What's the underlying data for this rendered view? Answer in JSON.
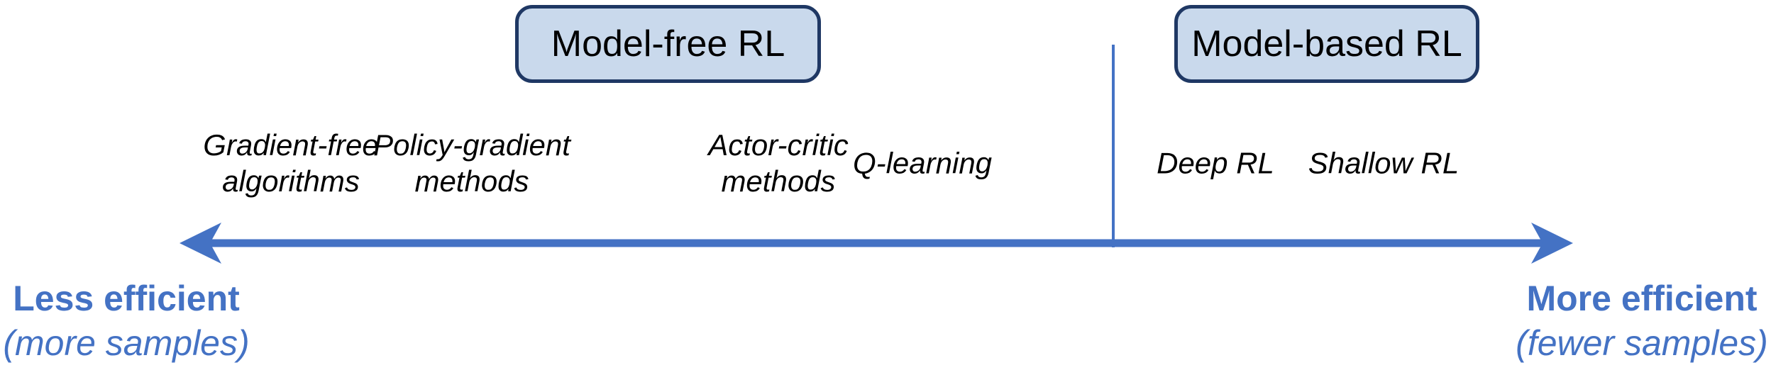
{
  "diagram": {
    "boxes": {
      "model_free": {
        "label": "Model-free RL"
      },
      "model_based": {
        "label": "Model-based RL"
      }
    },
    "methods": [
      {
        "label": "Gradient-free\nalgorithms"
      },
      {
        "label": "Policy-gradient\nmethods"
      },
      {
        "label": "Actor-critic\nmethods"
      },
      {
        "label": "Q-learning"
      },
      {
        "label": "Deep RL"
      },
      {
        "label": "Shallow RL"
      }
    ],
    "axis": {
      "left": {
        "bold": "Less efficient",
        "italic": "(more samples)"
      },
      "right": {
        "bold": "More efficient",
        "italic": "(fewer samples)"
      }
    },
    "colors": {
      "accent_blue": "#4472C4",
      "box_fill": "#C9D9EC",
      "box_border": "#1F3864",
      "text_black": "#000000"
    }
  }
}
